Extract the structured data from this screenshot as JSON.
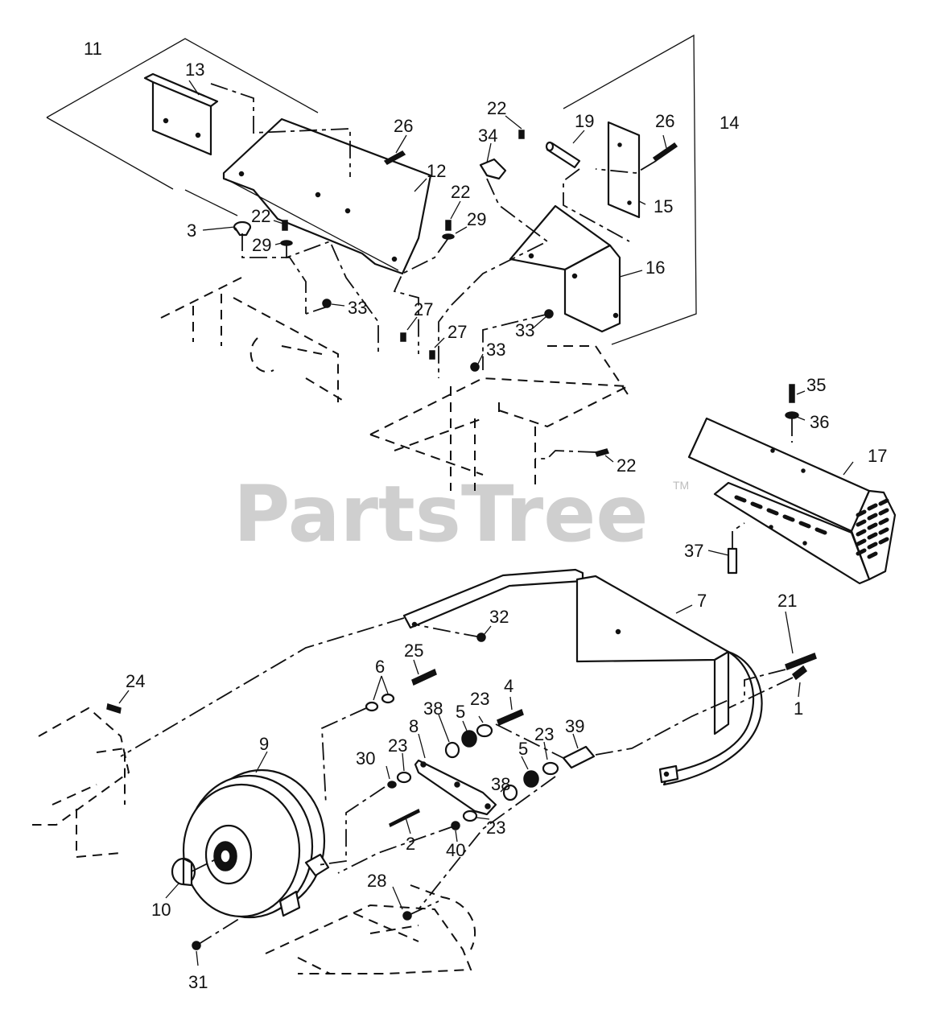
{
  "watermark": {
    "text": "PartsTree",
    "trademark": "TM"
  },
  "callouts": [
    {
      "key": "c11",
      "text": "11"
    },
    {
      "key": "c13",
      "text": "13"
    },
    {
      "key": "c26a",
      "text": "26"
    },
    {
      "key": "c12",
      "text": "12"
    },
    {
      "key": "c22a",
      "text": "22"
    },
    {
      "key": "c34",
      "text": "34"
    },
    {
      "key": "c19",
      "text": "19"
    },
    {
      "key": "c26b",
      "text": "26"
    },
    {
      "key": "c14",
      "text": "14"
    },
    {
      "key": "c22b",
      "text": "22"
    },
    {
      "key": "c22c",
      "text": "22"
    },
    {
      "key": "c3",
      "text": "3"
    },
    {
      "key": "c29a",
      "text": "29"
    },
    {
      "key": "c29b",
      "text": "29"
    },
    {
      "key": "c15",
      "text": "15"
    },
    {
      "key": "c16",
      "text": "16"
    },
    {
      "key": "c33a",
      "text": "33"
    },
    {
      "key": "c27a",
      "text": "27"
    },
    {
      "key": "c27b",
      "text": "27"
    },
    {
      "key": "c33b",
      "text": "33"
    },
    {
      "key": "c33c",
      "text": "33"
    },
    {
      "key": "c35",
      "text": "35"
    },
    {
      "key": "c36",
      "text": "36"
    },
    {
      "key": "c17",
      "text": "17"
    },
    {
      "key": "c22d",
      "text": "22"
    },
    {
      "key": "c37",
      "text": "37"
    },
    {
      "key": "c7",
      "text": "7"
    },
    {
      "key": "c21",
      "text": "21"
    },
    {
      "key": "c32",
      "text": "32"
    },
    {
      "key": "c25",
      "text": "25"
    },
    {
      "key": "c6",
      "text": "6"
    },
    {
      "key": "c24",
      "text": "24"
    },
    {
      "key": "c4",
      "text": "4"
    },
    {
      "key": "c1",
      "text": "1"
    },
    {
      "key": "c38a",
      "text": "38"
    },
    {
      "key": "c23a",
      "text": "23"
    },
    {
      "key": "c9",
      "text": "9"
    },
    {
      "key": "c8",
      "text": "8"
    },
    {
      "key": "c5a",
      "text": "5"
    },
    {
      "key": "c23b",
      "text": "23"
    },
    {
      "key": "c39",
      "text": "39"
    },
    {
      "key": "c30",
      "text": "30"
    },
    {
      "key": "c23c",
      "text": "23"
    },
    {
      "key": "c38b",
      "text": "38"
    },
    {
      "key": "c5b",
      "text": "5"
    },
    {
      "key": "c2",
      "text": "2"
    },
    {
      "key": "c23d",
      "text": "23"
    },
    {
      "key": "c40",
      "text": "40"
    },
    {
      "key": "c10",
      "text": "10"
    },
    {
      "key": "c28",
      "text": "28"
    },
    {
      "key": "c31",
      "text": "31"
    }
  ]
}
